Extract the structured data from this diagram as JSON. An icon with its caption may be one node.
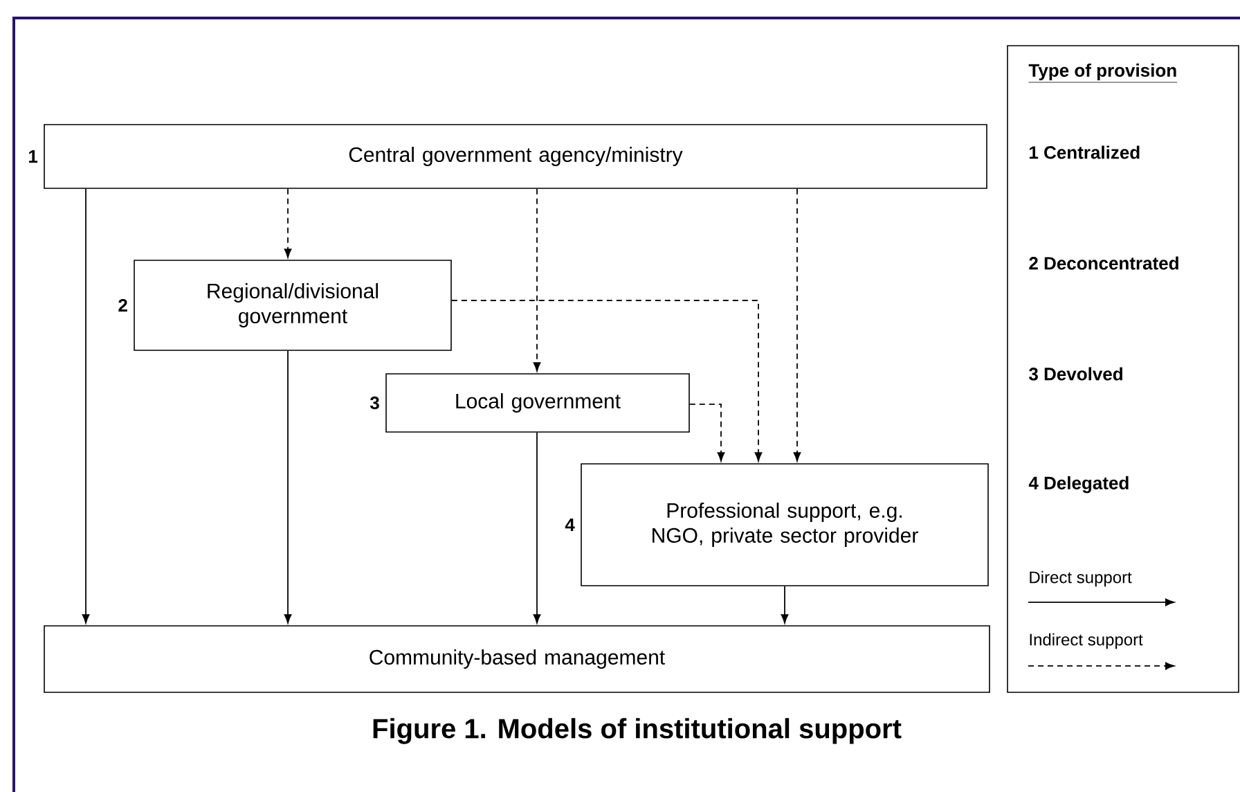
{
  "diagram": {
    "caption": "Figure 1. Models of institutional support",
    "nodes": [
      {
        "text": [
          "Central government agency/ministry"
        ],
        "beside": [
          "1"
        ]
      },
      {
        "text": [
          "Regional/divisional government"
        ],
        "beside": [
          "2"
        ]
      },
      {
        "text": [
          "Local government"
        ],
        "beside": [
          "3"
        ]
      },
      {
        "text": [
          "Professional support, e.g. NGO, private sector provider"
        ],
        "beside": [
          "4"
        ]
      },
      {
        "text": [
          "Community-based management"
        ]
      }
    ],
    "edges": [
      {
        "from": 0,
        "to": 4,
        "arrow": "to"
      },
      {
        "from": 0,
        "to": 1,
        "arrow": "to",
        "style": "dashed"
      },
      {
        "from": 0,
        "to": 2,
        "arrow": "to",
        "style": "dashed"
      },
      {
        "from": 0,
        "to": 3,
        "arrow": "to",
        "style": "dashed"
      },
      {
        "from": 1,
        "to": 4,
        "arrow": "to"
      },
      {
        "from": 1,
        "to": 3,
        "arrow": "to",
        "style": "dashed"
      },
      {
        "from": 2,
        "to": 4,
        "arrow": "to"
      },
      {
        "from": 2,
        "to": 3,
        "arrow": "to",
        "style": "dashed"
      },
      {
        "from": 3,
        "to": 4,
        "arrow": "to"
      }
    ],
    "labels": [
      "Type of provision",
      "1 Centralized",
      "2 Deconcentrated",
      "3 Devolved",
      "4 Delegated"
    ],
    "legend": [
      {
        "text": "Direct support"
      },
      {
        "text": "Indirect support"
      }
    ]
  }
}
